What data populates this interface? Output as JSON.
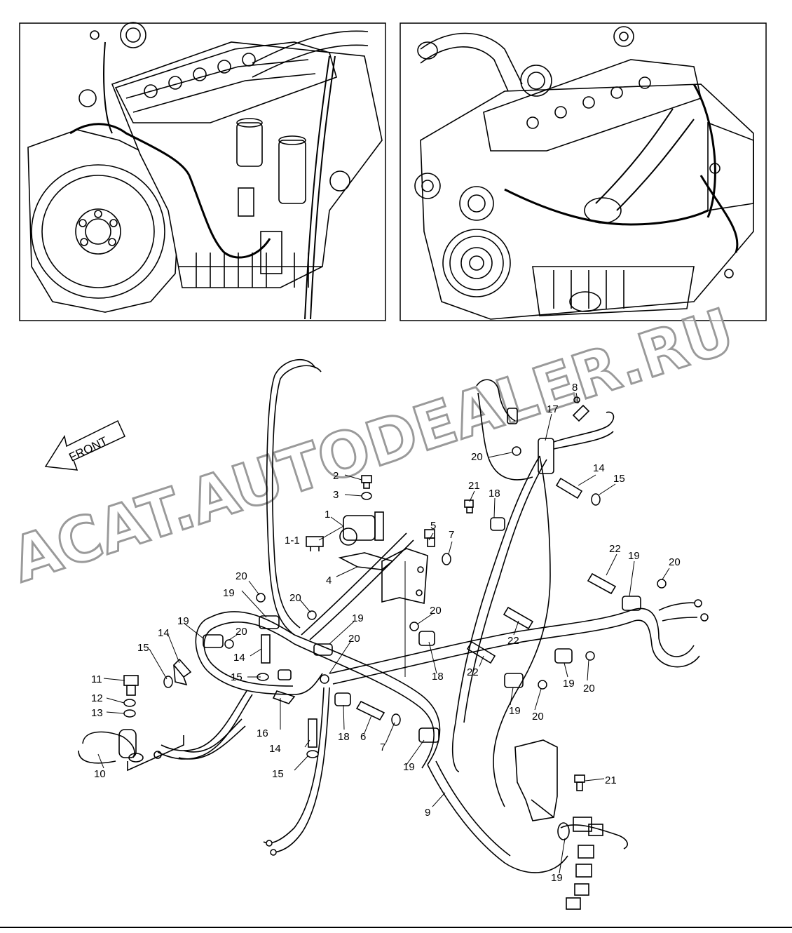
{
  "watermark": {
    "text": "ACAT.AUTODEALER.RU",
    "color": "#9a9a9a"
  },
  "front_arrow": {
    "label": "FRONT"
  },
  "callouts": {
    "c1": "1",
    "c1_1": "1-1",
    "c2": "2",
    "c3": "3",
    "c4": "4",
    "c5": "5",
    "c6": "6",
    "c7a": "7",
    "c7b": "7",
    "c8": "8",
    "c9": "9",
    "c10": "10",
    "c11": "11",
    "c12": "12",
    "c13": "13",
    "c14a": "14",
    "c14b": "14",
    "c14c": "14",
    "c14d": "14",
    "c15a": "15",
    "c15b": "15",
    "c15c": "15",
    "c15d": "15",
    "c16": "16",
    "c17": "17",
    "c18a": "18",
    "c18b": "18",
    "c18c": "18",
    "c19a": "19",
    "c19b": "19",
    "c19c": "19",
    "c19d": "19",
    "c19e": "19",
    "c19f": "19",
    "c19g": "19",
    "c19h": "19",
    "c20a": "20",
    "c20b": "20",
    "c20c": "20",
    "c20d": "20",
    "c20e": "20",
    "c20f": "20",
    "c20g": "20",
    "c20h": "20",
    "c20i": "20",
    "c21a": "21",
    "c21b": "21",
    "c22a": "22",
    "c22b": "22",
    "c22c": "22"
  }
}
